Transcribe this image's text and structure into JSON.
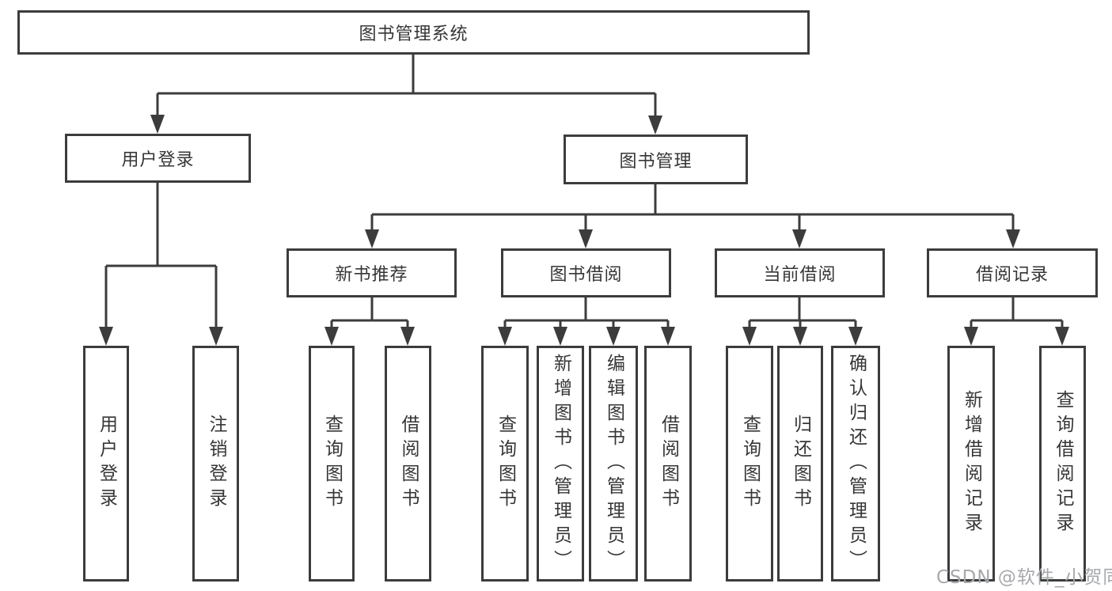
{
  "diagram": {
    "root": {
      "label": "图书管理系统"
    },
    "user_login": {
      "label": "用户登录",
      "children": [
        {
          "label": "用户登录"
        },
        {
          "label": "注销登录"
        }
      ]
    },
    "book_mgmt": {
      "label": "图书管理",
      "sections": [
        {
          "label": "新书推荐",
          "children": [
            {
              "label": "查询图书"
            },
            {
              "label": "借阅图书"
            }
          ]
        },
        {
          "label": "图书借阅",
          "children": [
            {
              "label": "查询图书"
            },
            {
              "label": "新增图书（管理员）"
            },
            {
              "label": "编辑图书（管理员）"
            },
            {
              "label": "借阅图书"
            }
          ]
        },
        {
          "label": "当前借阅",
          "children": [
            {
              "label": "查询图书"
            },
            {
              "label": "归还图书"
            },
            {
              "label": "确认归还（管理员）"
            }
          ]
        },
        {
          "label": "借阅记录",
          "children": [
            {
              "label": "新增借阅记录"
            },
            {
              "label": "查询借阅记录"
            }
          ]
        }
      ]
    }
  },
  "watermark": {
    "text": "CSDN @软件_小贺同学",
    "color": "#a6a8ab"
  },
  "colors": {
    "line": "#3c3c3c",
    "text": "#363636",
    "background": "#ffffff"
  }
}
